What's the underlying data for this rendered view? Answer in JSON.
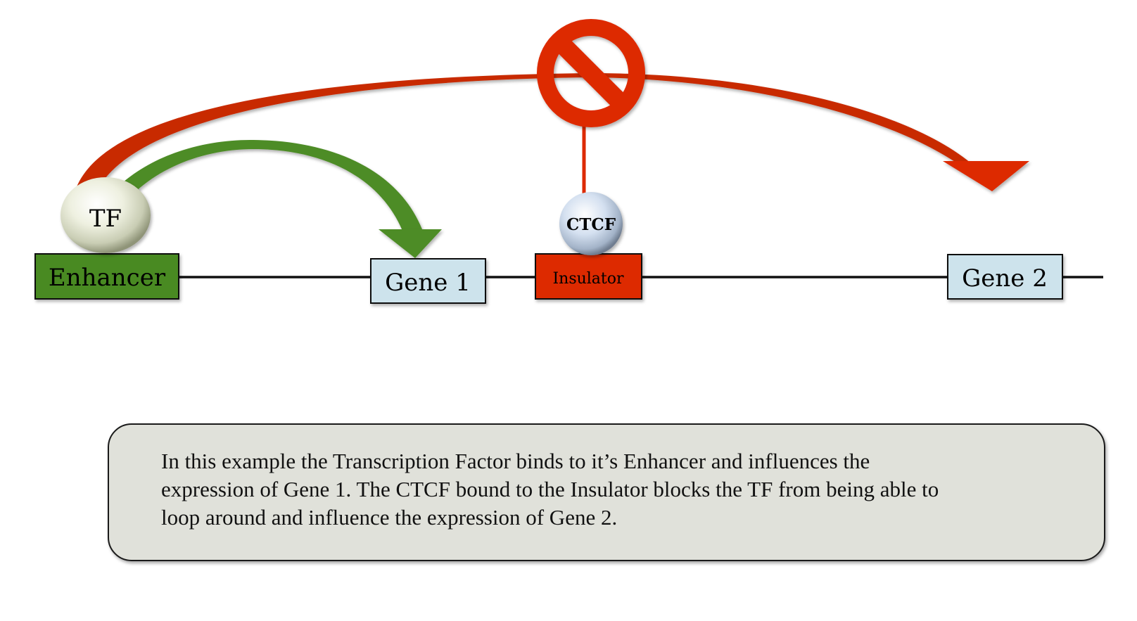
{
  "diagram": {
    "title": "Insulator (CTCF) blocking enhancer–gene looping",
    "elements": {
      "enhancer": {
        "label": "Enhancer",
        "color": "#4a8a24"
      },
      "gene1": {
        "label": "Gene 1",
        "color": "#cde3ec"
      },
      "insulator": {
        "label": "Insulator",
        "color": "#dd2a00"
      },
      "gene2": {
        "label": "Gene 2",
        "color": "#cde3ec"
      },
      "tf": {
        "label": "TF"
      },
      "ctcf": {
        "label": "CTCF"
      }
    },
    "arrows": [
      {
        "from": "TF",
        "to": "Gene 1",
        "color": "#4e8c25",
        "status": "active"
      },
      {
        "from": "TF",
        "to": "Gene 2",
        "color": "#dd2a00",
        "status": "blocked"
      }
    ],
    "block_symbol": {
      "icon": "prohibition-icon",
      "color": "#dd2a00"
    }
  },
  "caption": {
    "lines": [
      "In this example the Transcription Factor binds to it’s Enhancer and influences the",
      "expression of Gene 1. The CTCF bound to the Insulator blocks the TF from being able to",
      "loop around and influence the expression of Gene 2."
    ]
  }
}
